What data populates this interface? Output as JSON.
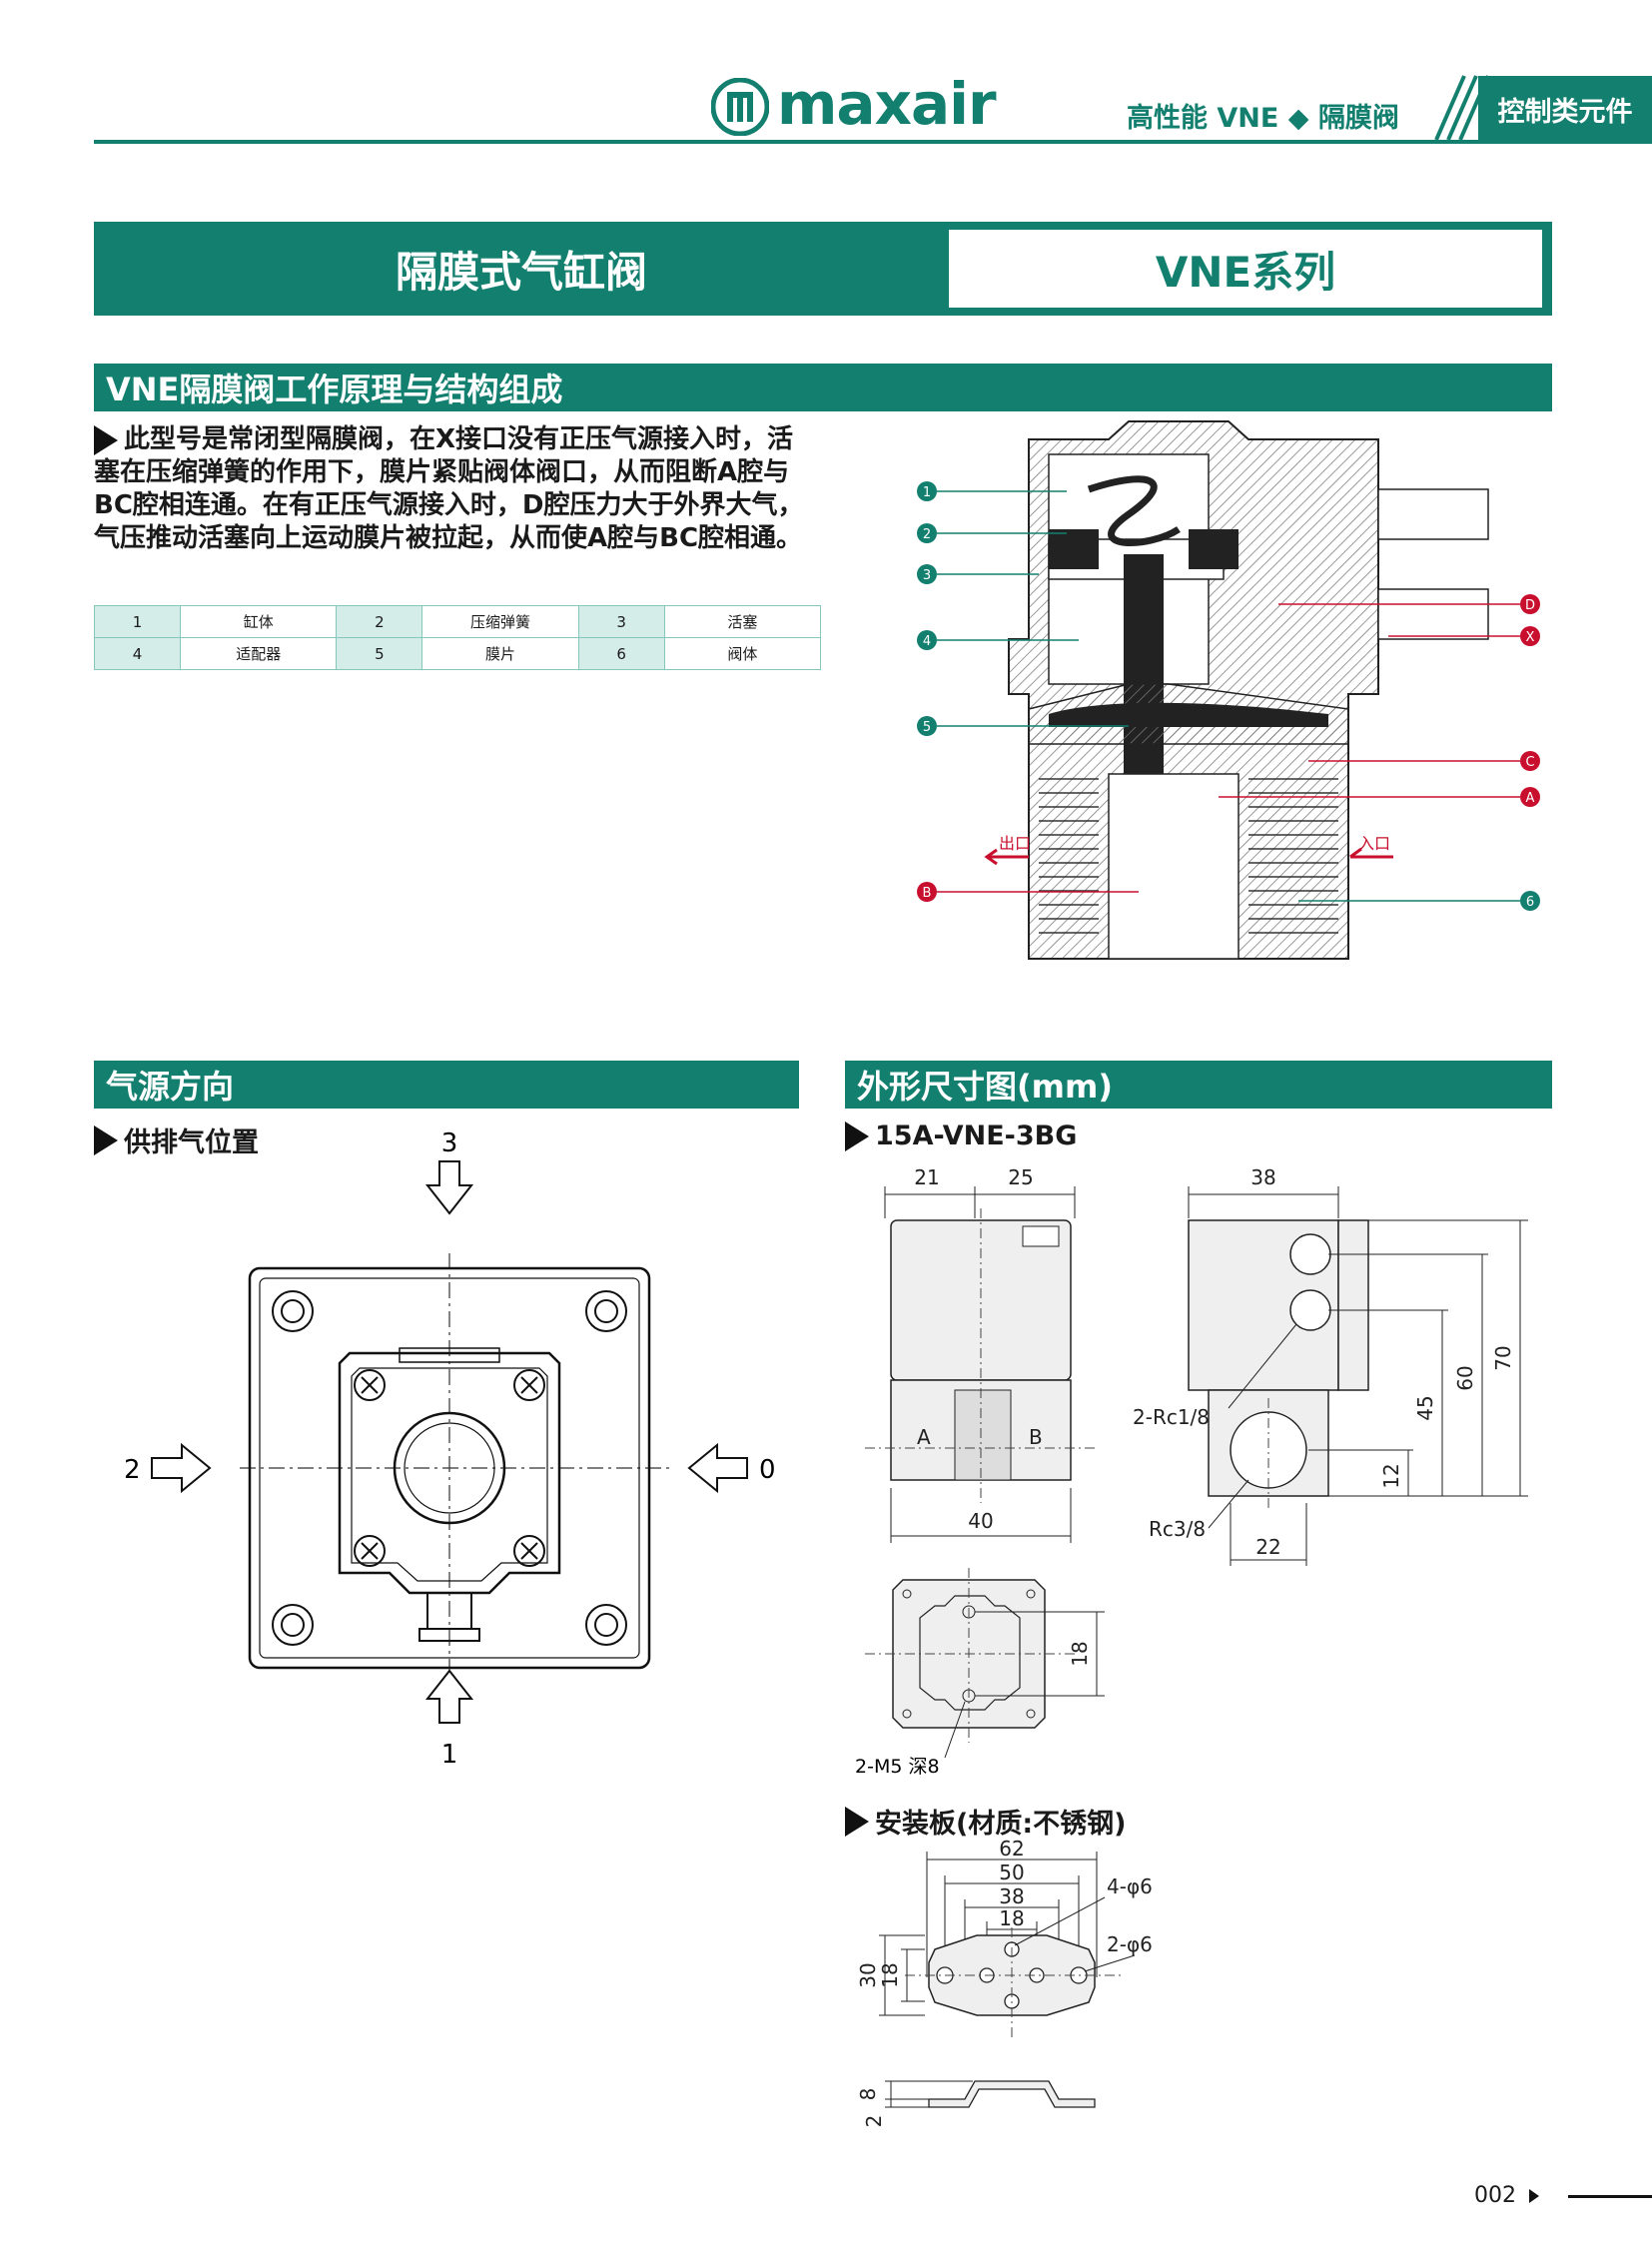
{
  "header": {
    "brand": "maxair",
    "series": "高性能  VNE  ◆  隔膜阀",
    "category": "控制类元件"
  },
  "title": {
    "main": "隔膜式气缸阀",
    "series": "VNE系列"
  },
  "principle": {
    "heading": "VNE隔膜阀工作原理与结构组成",
    "text": "此型号是常闭型隔膜阀，在X接口没有正压气源接入时，活塞在压缩弹簧的作用下，膜片紧贴阀体阀口，从而阻断A腔与BC腔相连通。在有正压气源接入时，D腔压力大于外界大气，气压推动活塞向上运动膜片被拉起，从而使A腔与BC腔相通。",
    "parts": [
      [
        "1",
        "缸体",
        "2",
        "压缩弹簧",
        "3",
        "活塞"
      ],
      [
        "4",
        "适配器",
        "5",
        "膜片",
        "6",
        "阀体"
      ]
    ],
    "diagram": {
      "left_labels": [
        "1",
        "2",
        "3",
        "4",
        "5",
        "B"
      ],
      "right_labels": [
        "D",
        "X",
        "C",
        "A",
        "6"
      ],
      "outlet": "出口",
      "inlet": "入口"
    }
  },
  "air_direction": {
    "heading": "气源方向",
    "subhead": "供排气位置",
    "ports": {
      "top": "3",
      "left": "2",
      "right": "0",
      "bottom": "1"
    }
  },
  "dimensions": {
    "heading": "外形尺寸图(mm)",
    "model": "15A-VNE-3BG",
    "front": {
      "w1": "21",
      "w2": "25",
      "bottom": "40",
      "port_a": "A",
      "port_b": "B"
    },
    "side": {
      "top": "38",
      "port_small": "2-Rc1/8",
      "port_main": "Rc3/8",
      "bottom": "22",
      "h12": "12",
      "h45": "45",
      "h60": "60",
      "h70": "70"
    },
    "bottom_view": {
      "dim": "18",
      "thread": "2-M5 深8"
    },
    "plate": {
      "subhead": "安装板(材质:不锈钢)",
      "w62": "62",
      "w50": "50",
      "w38": "38",
      "w18": "18",
      "holes4": "4-φ6",
      "holes2": "2-φ6",
      "h30": "30",
      "h18": "18",
      "h8": "8",
      "h2": "2"
    }
  },
  "page_number": "002"
}
